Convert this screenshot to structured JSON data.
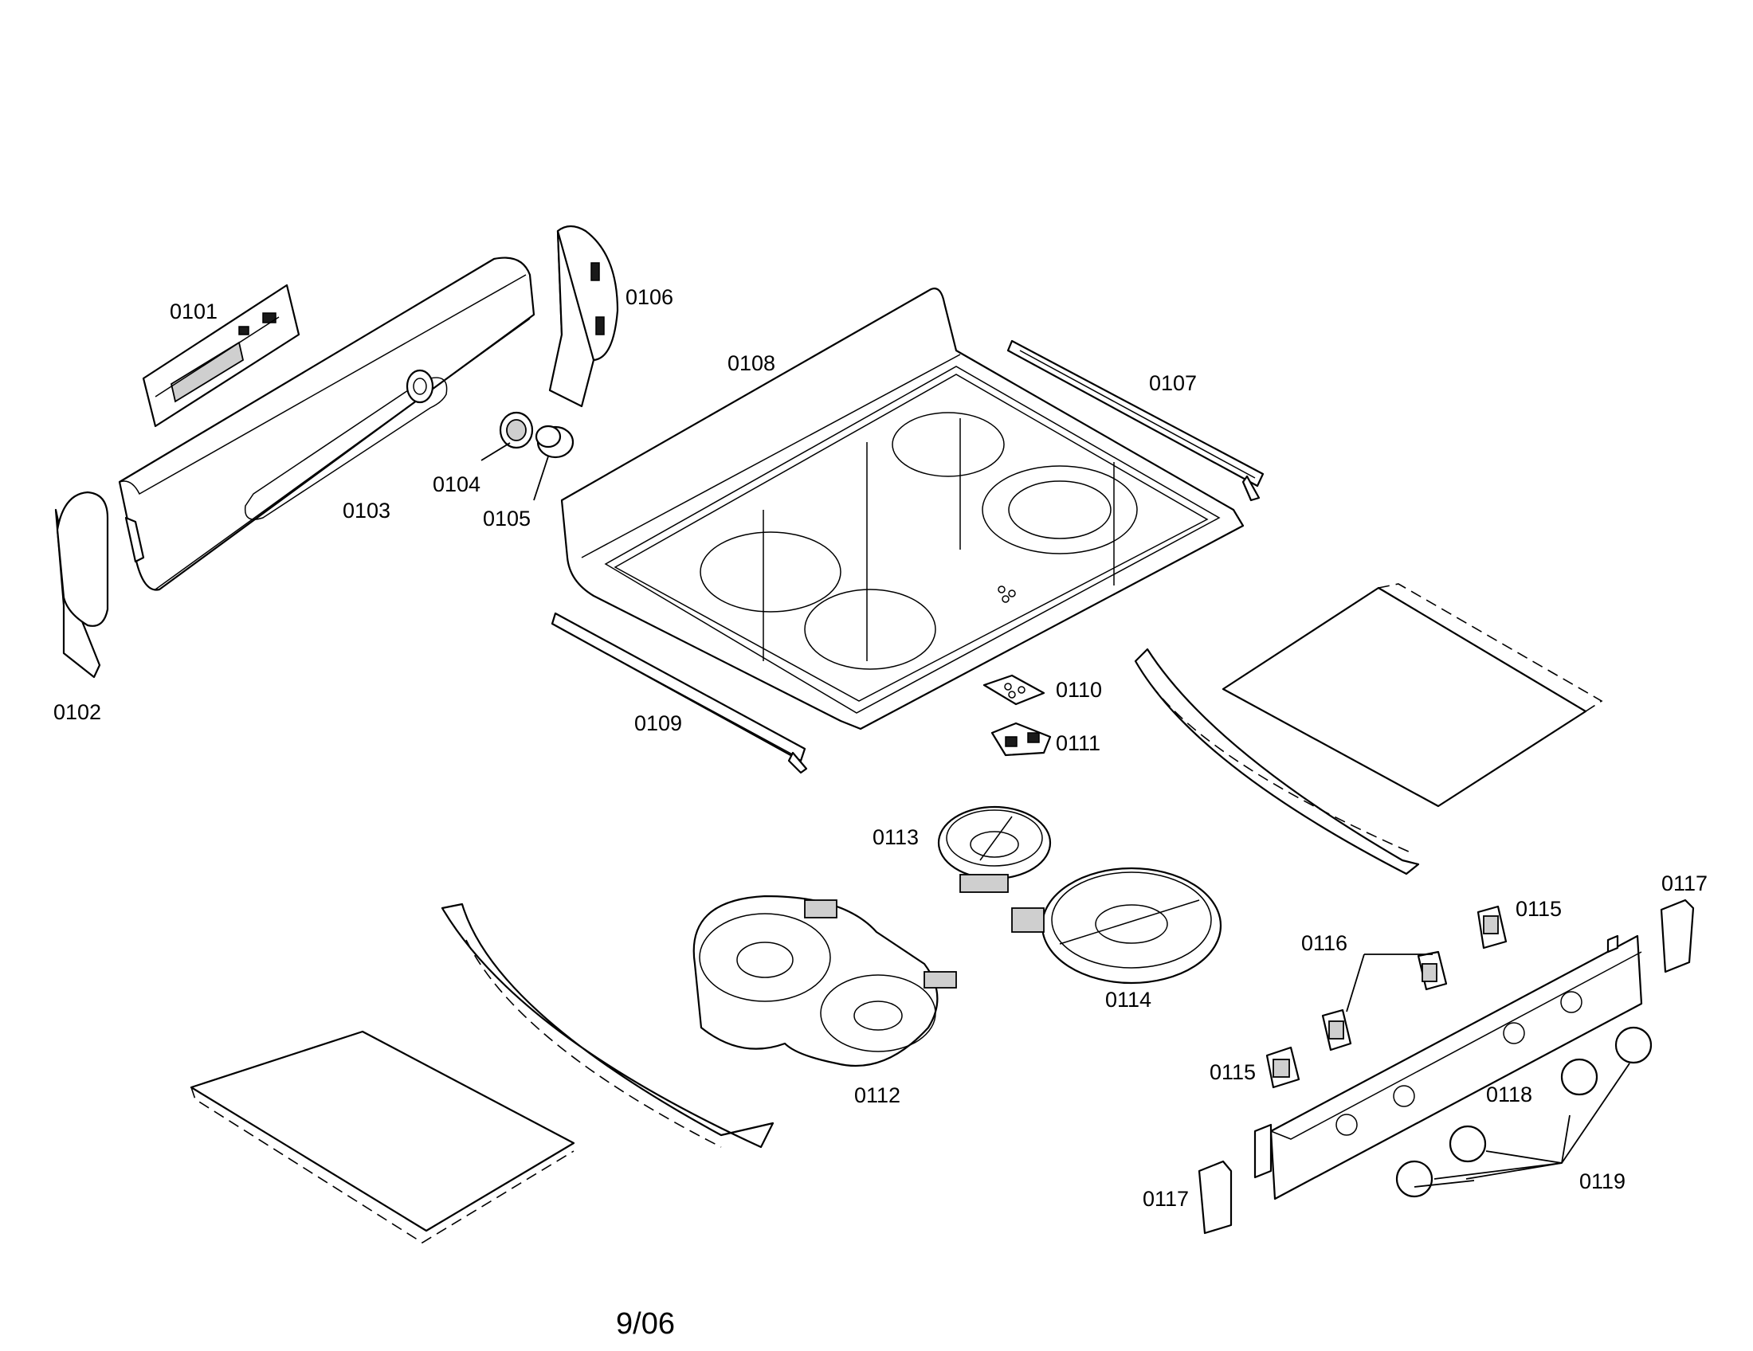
{
  "diagram": {
    "labels": {
      "p0101": "0101",
      "p0102": "0102",
      "p0103": "0103",
      "p0104": "0104",
      "p0105": "0105",
      "p0106": "0106",
      "p0107": "0107",
      "p0108": "0108",
      "p0109": "0109",
      "p0110": "0110",
      "p0111": "0111",
      "p0112": "0112",
      "p0113": "0113",
      "p0114": "0114",
      "p0115": "0115",
      "p0116": "0116",
      "p0117": "0117",
      "p0118": "0118",
      "p0119": "0119"
    },
    "footer": "9/06"
  }
}
